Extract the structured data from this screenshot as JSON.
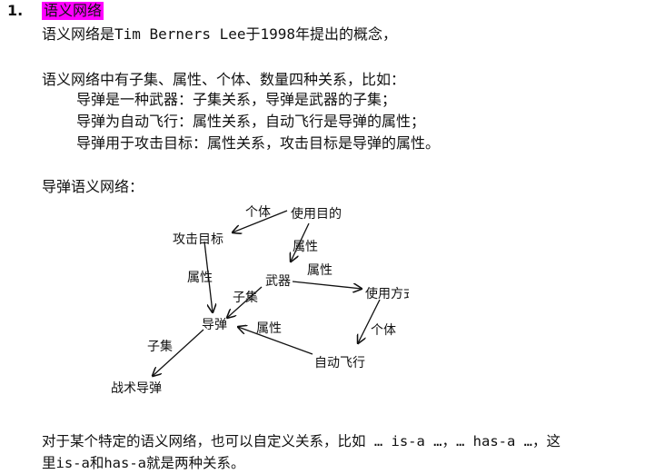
{
  "heading": {
    "number": "1.",
    "title": "语义网络",
    "highlight_color": "#ff00ff"
  },
  "paragraphs": {
    "intro": "语义网络是Tim Berners Lee于1998年提出的概念，",
    "relations_intro": "语义网络中有子集、属性、个体、数量四种关系，比如：",
    "examples": [
      "导弹是一种武器：子集关系，导弹是武器的子集；",
      "导弹为自动飞行：属性关系，自动飞行是导弹的属性；",
      "导弹用于攻击目标：属性关系，攻击目标是导弹的属性。"
    ],
    "diagram_caption": "导弹语义网络：",
    "closing_line1": "对于某个特定的语义网络，也可以自定义关系，比如 … is-a …，… has-a …，这",
    "closing_line2": "里is-a和has-a就是两种关系。"
  },
  "diagram": {
    "nodes": {
      "attack_target": "攻击目标",
      "purpose": "使用目的",
      "weapon": "武器",
      "usage": "使用方式",
      "missile": "导弹",
      "autoflight": "自动飞行",
      "tactical_missile": "战术导弹"
    },
    "edge_labels": {
      "purpose_attack": "个体",
      "purpose_weapon": "属性",
      "attack_missile": "属性",
      "weapon_missile": "子集",
      "weapon_usage": "属性",
      "usage_autoflight": "个体",
      "autoflight_missile": "属性",
      "missile_tactical": "子集"
    }
  }
}
